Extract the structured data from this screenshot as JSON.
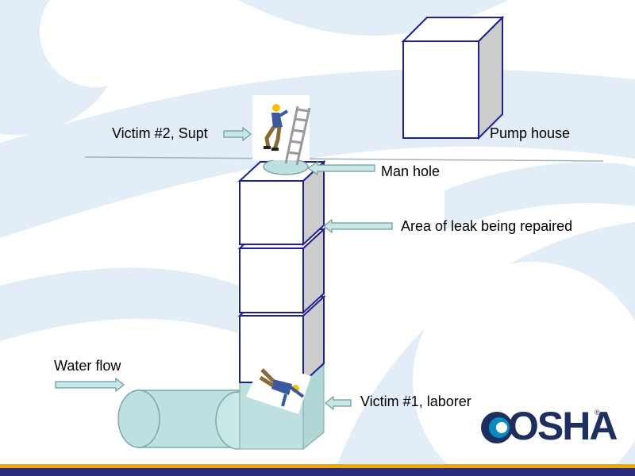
{
  "labels": {
    "victim2": "Victim #2, Supt",
    "pump_house": "Pump house",
    "man_hole": "Man hole",
    "leak_area": "Area of leak being repaired",
    "water_flow": "Water flow",
    "victim1": "Victim #1, laborer"
  },
  "logo": {
    "text": "OSHA",
    "registered": "®"
  },
  "colors": {
    "background_swirl": "#e3edf7",
    "box_outline": "#1f1f8f",
    "box_side": "#cccccc",
    "pipe_fill": "#bfe0e0",
    "pipe_outline": "#7aa8a8",
    "arrow_fill": "#c8e6e6",
    "arrow_outline": "#6c9c9c",
    "logo_navy": "#1d2f5e",
    "logo_blue": "#0a8bc0",
    "footer_navy": "#2a2a7a",
    "footer_gold": "#e6a817"
  }
}
